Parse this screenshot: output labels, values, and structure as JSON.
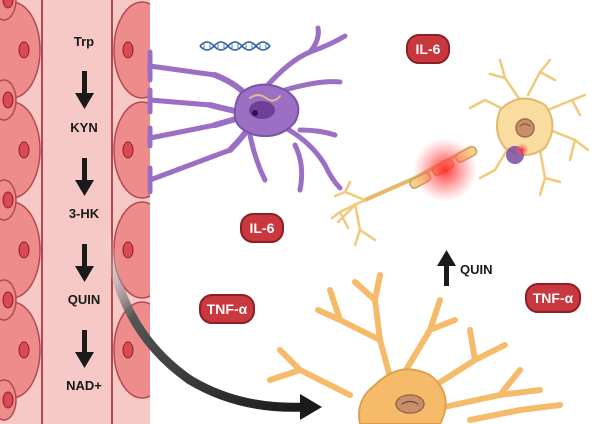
{
  "pathway": {
    "steps": [
      "Trp",
      "KYN",
      "3-HK",
      "QUIN",
      "NAD+"
    ]
  },
  "cytokines": {
    "badge_1": "IL-6",
    "badge_2": "IL-6",
    "badge_3": "TNF-α",
    "badge_4": "TNF-α"
  },
  "quin_arrow": {
    "label": "QUIN"
  },
  "colors": {
    "vessel_fill": "#f6c9c6",
    "endothelial_cell": "#ee8c8c",
    "endothelial_nucleus": "#d94a55",
    "microglia": "#9a6fc4",
    "microglia_dark": "#6d3f99",
    "neuron": "#f8dca0",
    "astrocyte": "#f5bb6a",
    "cytokine_badge": "#c9373f",
    "inflammation_glow": "#ff3b3b",
    "transport_arrow": "#1a1a1a"
  },
  "icons": [
    "dna-icon",
    "down-arrow-icon",
    "up-arrow-icon",
    "curved-arrow-icon"
  ]
}
